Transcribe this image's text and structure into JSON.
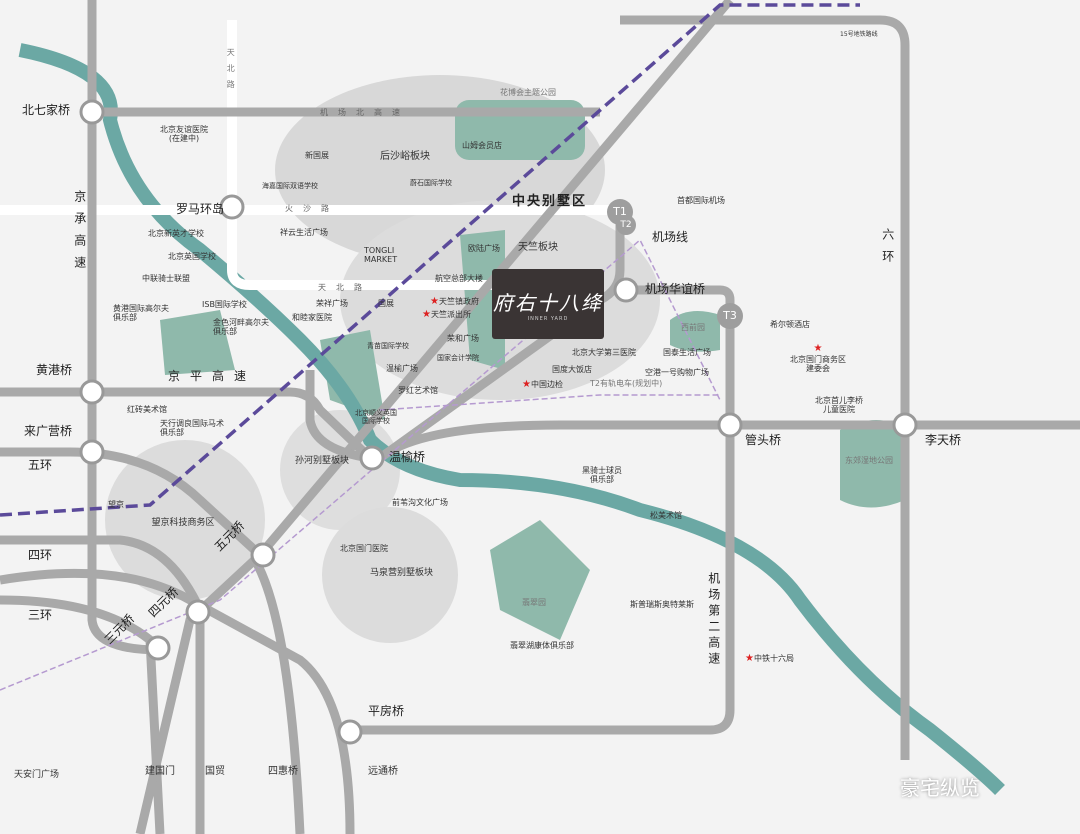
{
  "colors": {
    "road": "#a9a9a9",
    "river": "#6ba8a4",
    "park": "#8fb9ab",
    "zone": "#d6d6d6",
    "metro": "#5b4a9a",
    "tram": "#b59ad0",
    "logo_bg": "#3a3434"
  },
  "logo": {
    "title": "府右十八绛",
    "subtitle": "INNER YARD"
  },
  "watermark": "豪宅纵览",
  "terminals": {
    "t1": "T1",
    "t2": "T2",
    "t3": "T3"
  },
  "interchanges": [
    "北七家桥",
    "罗马环岛",
    "黄港桥",
    "来广营桥",
    "温榆桥",
    "五元桥",
    "四元桥",
    "三元桥",
    "机场华谊桥",
    "管头桥",
    "李天桥",
    "平房桥"
  ],
  "roads": {
    "tianbei_v": "天北路",
    "jichang_north": "机场北高速",
    "huosha": "火沙路",
    "tianbei_h": "天北路",
    "jingcheng": "京承高速",
    "jingping": "京平高速",
    "liuhuan": "六环",
    "wuhuan": "五环",
    "sihuan": "四环",
    "sanhuan": "三环",
    "airport2": "机场第二高速",
    "airport_line": "机场线",
    "metro15": "15号地铁路线",
    "tram": "T2有轨电车(规划中)"
  },
  "zones": {
    "central_villa": "中央别墅区",
    "houshayu": "后沙峪板块",
    "tianzhu": "天竺板块",
    "sunhe": "孙河别墅板块",
    "maquanying": "马泉营别墅板块",
    "wangjing_cbd": "望京科技商务区"
  },
  "pois": {
    "youyi": "北京友谊医院\n(在建中)",
    "huabo": "花博会主题公园",
    "xinguozhan": "新国展",
    "sams": "山姆会员店",
    "haijia": "海嘉国际双语学校",
    "weishi": "蔚石国际学校",
    "airport": "首都国际机场",
    "xinyingcai": "北京新英才学校",
    "british": "北京英国学校",
    "zhonglian": "中联骑士联盟",
    "xiangyun": "祥云生活广场",
    "tongli": "TONGLI\nMARKET",
    "oulu": "欧陆广场",
    "hangkong": "航空总部大楼",
    "huanggang_golf": "黄港国际高尔夫\n俱乐部",
    "isb": "ISB国际学校",
    "jinse_golf": "金色河畔高尔夫\n俱乐部",
    "rongxiang": "荣祥广场",
    "guozhan": "国展",
    "hemujia": "和睦家医院",
    "tianzhu_gov": "天竺镇政府",
    "tianzhu_police": "天竺派出所",
    "ronghe": "荣和广场",
    "qingmiao": "青苗国际学校",
    "kuaiji": "国家会计学院",
    "wenyu_plaza": "温榆广场",
    "luohong": "罗红艺术馆",
    "shunyi_school": "北京顺义英国\n国际学校",
    "xiqian": "西前园",
    "hilton": "希尔顿酒店",
    "guomen_cbd": "北京国门商务区\n建委会",
    "pku3": "北京大学第三医院",
    "guotai": "国泰生活广场",
    "guodu": "国度大饭店",
    "konggang": "空港一号购物广场",
    "bianjian": "中国边检",
    "hongzhuan": "红砖美术馆",
    "tianxing": "天行调良国际马术\n俱乐部",
    "children": "北京首儿李桥\n儿童医院",
    "dongjiao": "东郊湿地公园",
    "black_knight": "黑骑士球员\n俱乐部",
    "qianweigou": "前苇沟文化广场",
    "song": "松美术馆",
    "wangjing": "望京",
    "guomen_hosp": "北京国门医院",
    "outlets": "斯普瑞斯奥特莱斯",
    "feicui": "翡翠园",
    "feicui_club": "翡翠湖康体俱乐部",
    "ztsl": "中铁十六局",
    "jianguomen": "建国门",
    "guomao": "国贸",
    "sihui": "四惠桥",
    "yuantong": "远通桥",
    "tiananmen": "天安门广场",
    "yuantong_label": "远通桥"
  }
}
